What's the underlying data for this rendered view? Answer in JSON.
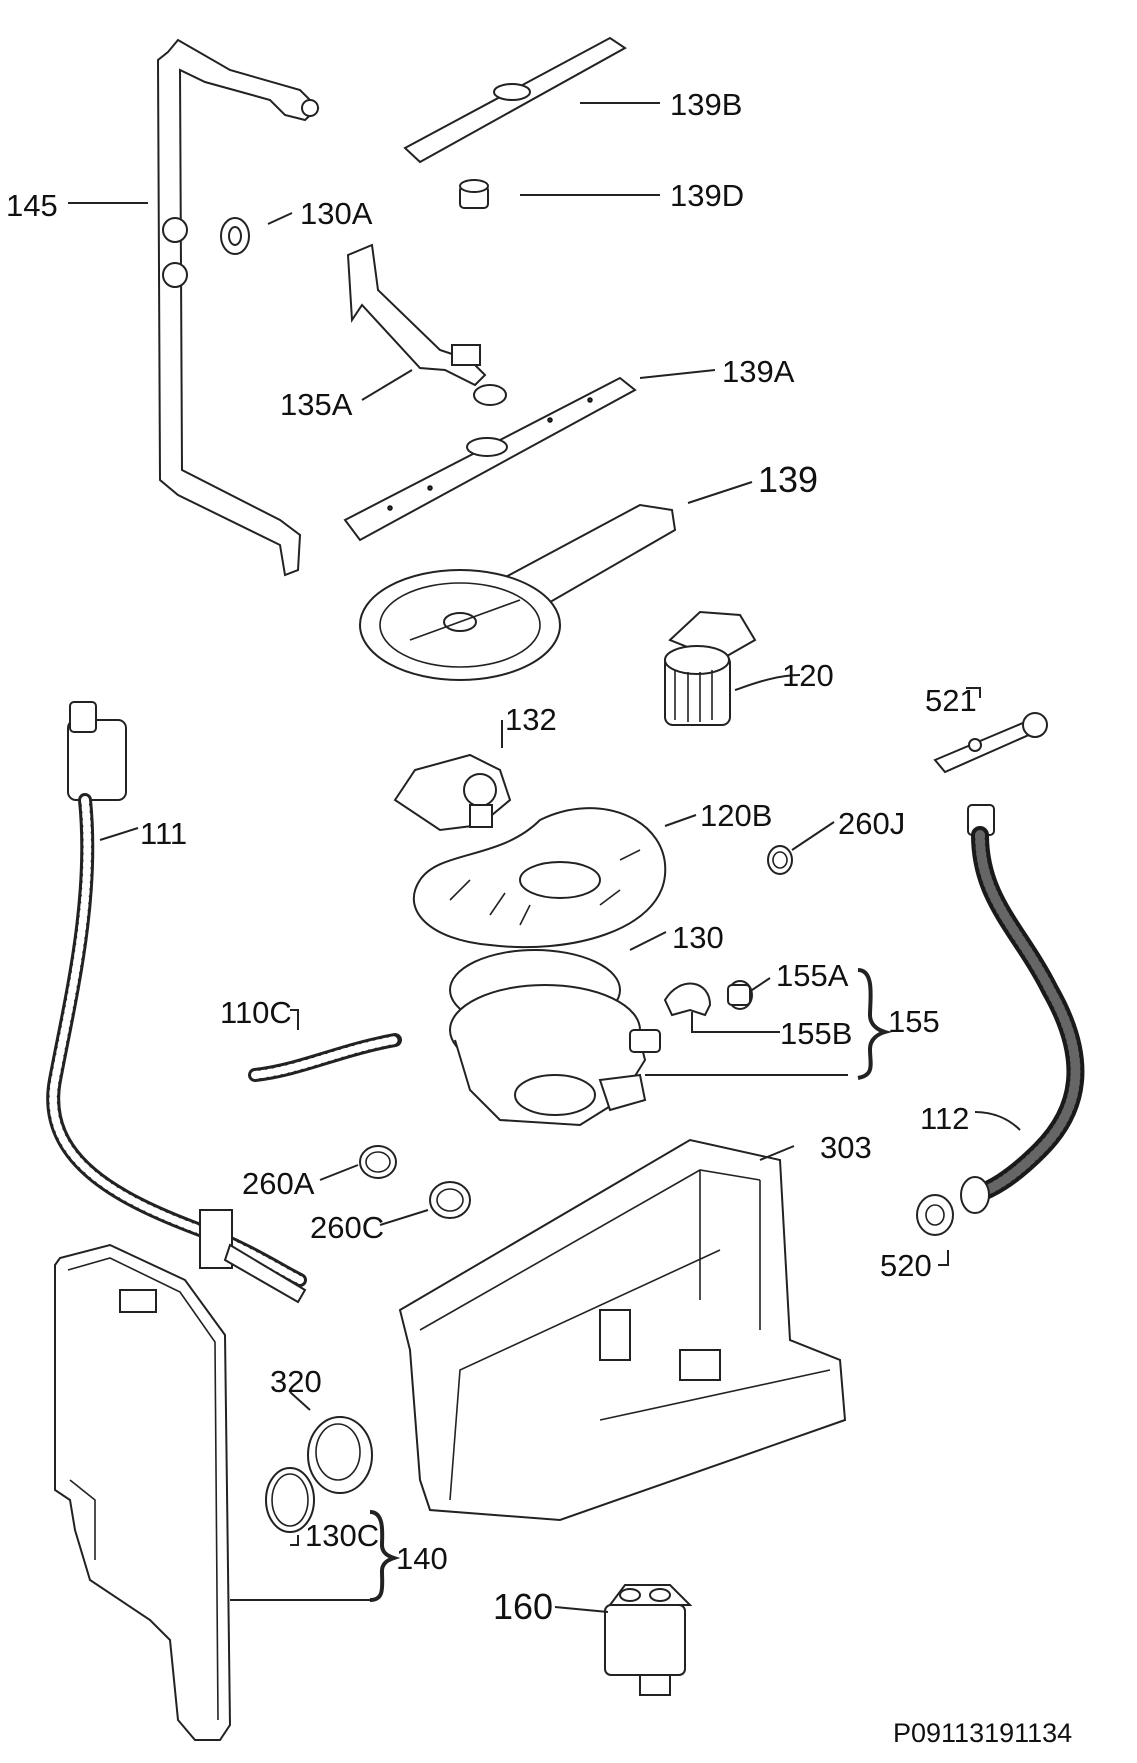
{
  "diagram": {
    "labels": {
      "l145": "145",
      "l130A": "130A",
      "l139B": "139B",
      "l139D": "139D",
      "l135A": "135A",
      "l139A": "139A",
      "l139": "139",
      "l120": "120",
      "l521": "521",
      "l132": "132",
      "l111": "111",
      "l120B": "120B",
      "l260J": "260J",
      "l130": "130",
      "l155A": "155A",
      "l155": "155",
      "l155B": "155B",
      "l110C": "110C",
      "l112": "112",
      "l303": "303",
      "l260A": "260A",
      "l520": "520",
      "l260C": "260C",
      "l320": "320",
      "l130C": "130C",
      "l140": "140",
      "l160": "160"
    },
    "code": "P09113191134"
  }
}
